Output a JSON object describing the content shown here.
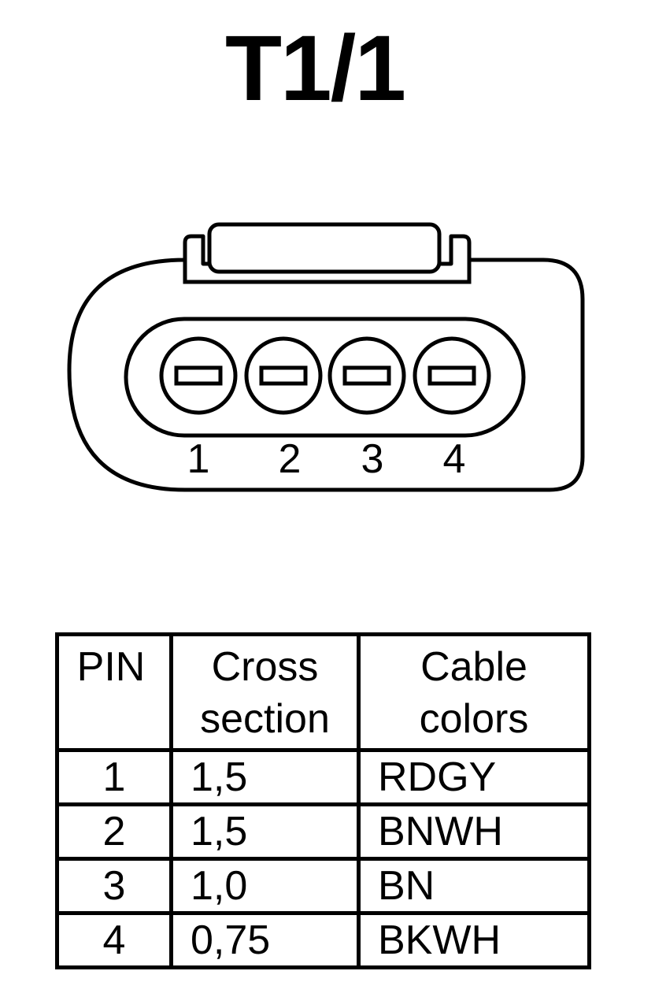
{
  "title": "T1/1",
  "connector": {
    "pin_labels": [
      "1",
      "2",
      "3",
      "4"
    ]
  },
  "table": {
    "headers": {
      "pin": "PIN",
      "cross_section": [
        "Cross",
        "section"
      ],
      "cable_colors": [
        "Cable",
        "colors"
      ]
    },
    "rows": [
      {
        "pin": "1",
        "cross_section": "1,5",
        "color": "RDGY"
      },
      {
        "pin": "2",
        "cross_section": "1,5",
        "color": "BNWH"
      },
      {
        "pin": "3",
        "cross_section": "1,0",
        "color": "BN"
      },
      {
        "pin": "4",
        "cross_section": "0,75",
        "color": "BKWH"
      }
    ]
  },
  "colors": {
    "ink": "#000000",
    "background": "#ffffff"
  }
}
